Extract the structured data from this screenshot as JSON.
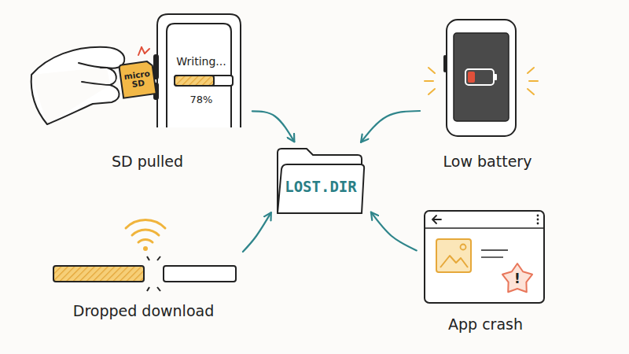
{
  "diagram": {
    "nodes": [
      {
        "text": [
          "SD pulled"
        ]
      },
      {
        "text": [
          "Low battery"
        ]
      },
      {
        "text": [
          "LOST.DIR"
        ]
      },
      {
        "text": [
          "Dropped download"
        ]
      },
      {
        "text": [
          "App crash"
        ]
      }
    ],
    "edges": [
      {
        "from": 0,
        "to": 2,
        "arrow": "to"
      },
      {
        "from": 1,
        "to": 2,
        "arrow": "to"
      },
      {
        "from": 3,
        "to": 2,
        "arrow": "to"
      },
      {
        "from": 4,
        "to": 2,
        "arrow": "to"
      }
    ],
    "labels": [
      "Writing...",
      "78%",
      "micro SD",
      "!"
    ]
  }
}
